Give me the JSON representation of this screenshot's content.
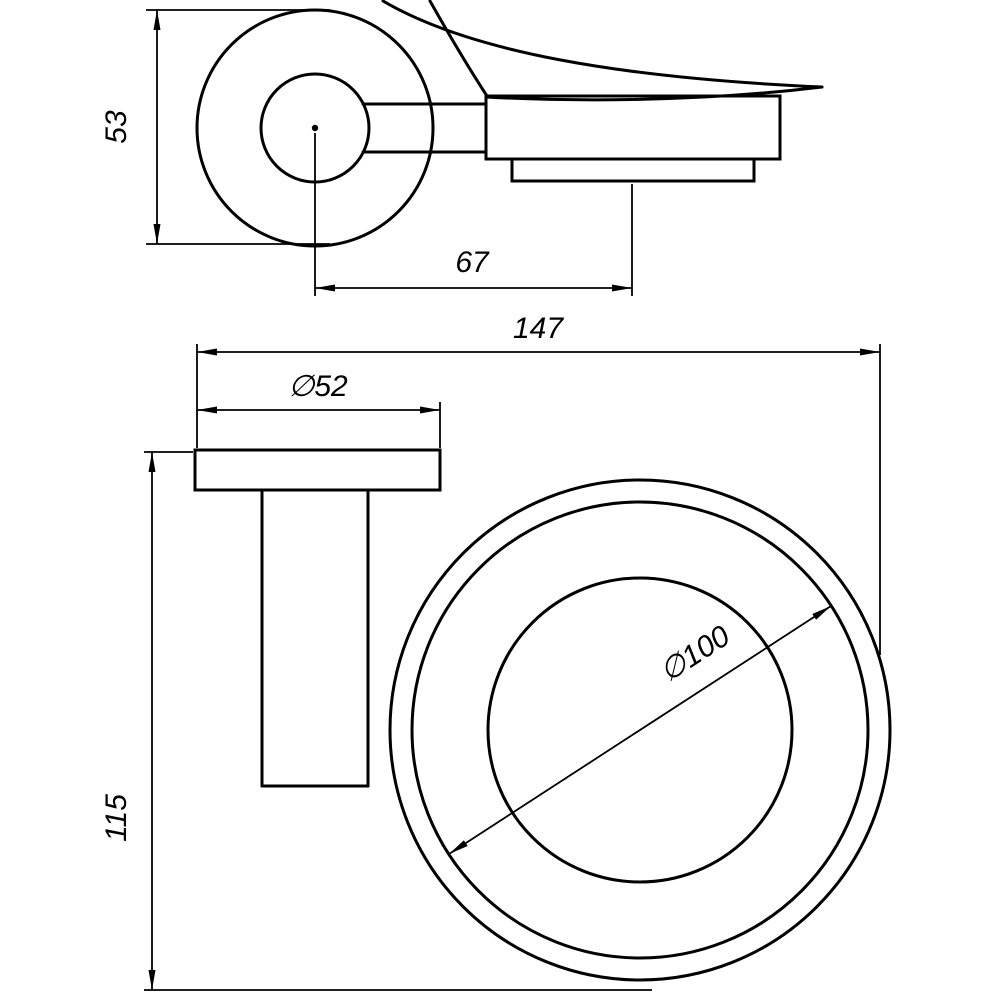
{
  "drawing": {
    "side_view": {
      "height_label": "53",
      "offset_label": "67"
    },
    "front_view": {
      "width_label": "147",
      "flange_diameter_label": "∅52",
      "height_label": "115",
      "dish_diameter_label": "∅100"
    }
  }
}
